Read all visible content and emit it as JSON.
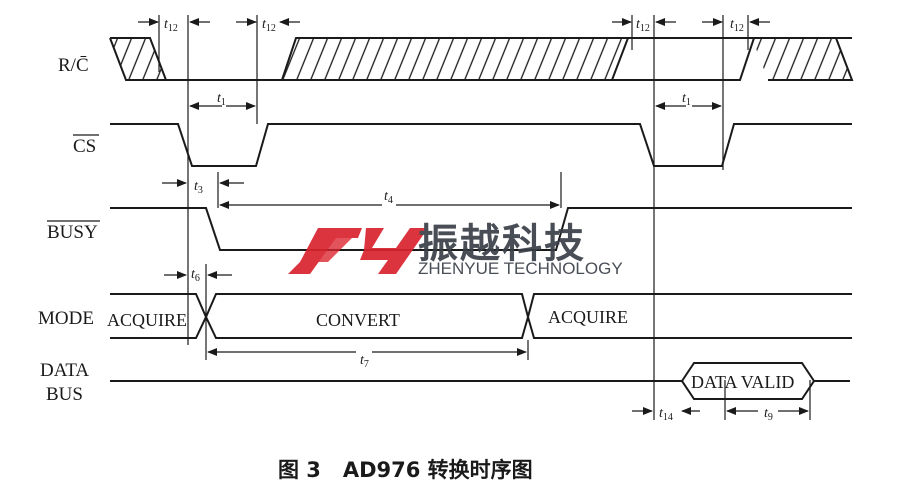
{
  "signals": {
    "rc": "R/C̄",
    "cs": "CS",
    "busy": "BUSY",
    "mode": "MODE",
    "data_line1": "DATA",
    "data_line2": "BUS"
  },
  "states": {
    "acquire_1": "ACQUIRE",
    "convert": "CONVERT",
    "acquire_2": "ACQUIRE",
    "data_valid": "DATA VALID"
  },
  "timing": {
    "t12_symbol": "t",
    "t12_sub": "12",
    "t1_symbol": "t",
    "t1_sub": "1",
    "t3_symbol": "t",
    "t3_sub": "3",
    "t4_symbol": "t",
    "t4_sub": "4",
    "t6_symbol": "t",
    "t6_sub": "6",
    "t7_symbol": "t",
    "t7_sub": "7",
    "t14_symbol": "t",
    "t14_sub": "14",
    "t9_symbol": "t",
    "t9_sub": "9"
  },
  "caption": "图 3   AD976 转换时序图",
  "watermark": {
    "logo_text": "ZY",
    "cn": "振越科技",
    "en": "ZHENYUE TECHNOLOGY"
  },
  "colors": {
    "ink": "#1a1a1a",
    "logo_red": "#d9232e",
    "watermark_gray": "#3a3f48"
  }
}
